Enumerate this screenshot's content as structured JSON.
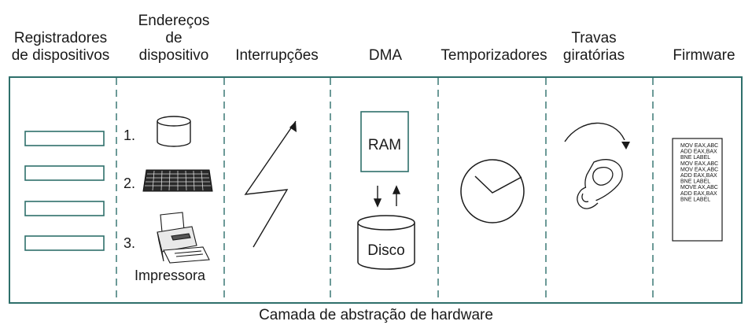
{
  "columns": [
    {
      "id": "registers",
      "header": "Registradores\nde dispositivos"
    },
    {
      "id": "addresses",
      "header": "Endereços\nde\ndispositivo"
    },
    {
      "id": "interrupts",
      "header": "Interrupções"
    },
    {
      "id": "dma",
      "header": "DMA"
    },
    {
      "id": "timers",
      "header": "Temporizadores"
    },
    {
      "id": "spinlocks",
      "header": "Travas\ngiratórias"
    },
    {
      "id": "firmware",
      "header": "Firmware"
    }
  ],
  "addresses": {
    "items": [
      "1.",
      "2.",
      "3."
    ],
    "printer_label": "Impressora"
  },
  "dma": {
    "ram_label": "RAM",
    "disk_label": "Disco"
  },
  "firmware_code": [
    "MOV EAX,ABC",
    "ADD EAX,BAX",
    "BNE LABEL",
    "MOV EAX,ABC",
    "MOV EAX,ABC",
    "ADD EAX,BAX",
    "BNE LABEL",
    "MOVE AX,ABC",
    "ADD EAX,BAX",
    "BNE LABEL"
  ],
  "caption": "Camada de abstração de hardware",
  "colors": {
    "frame": "#2e6f6b",
    "box": "#2e6f6b",
    "ink": "#1a1a1a"
  }
}
